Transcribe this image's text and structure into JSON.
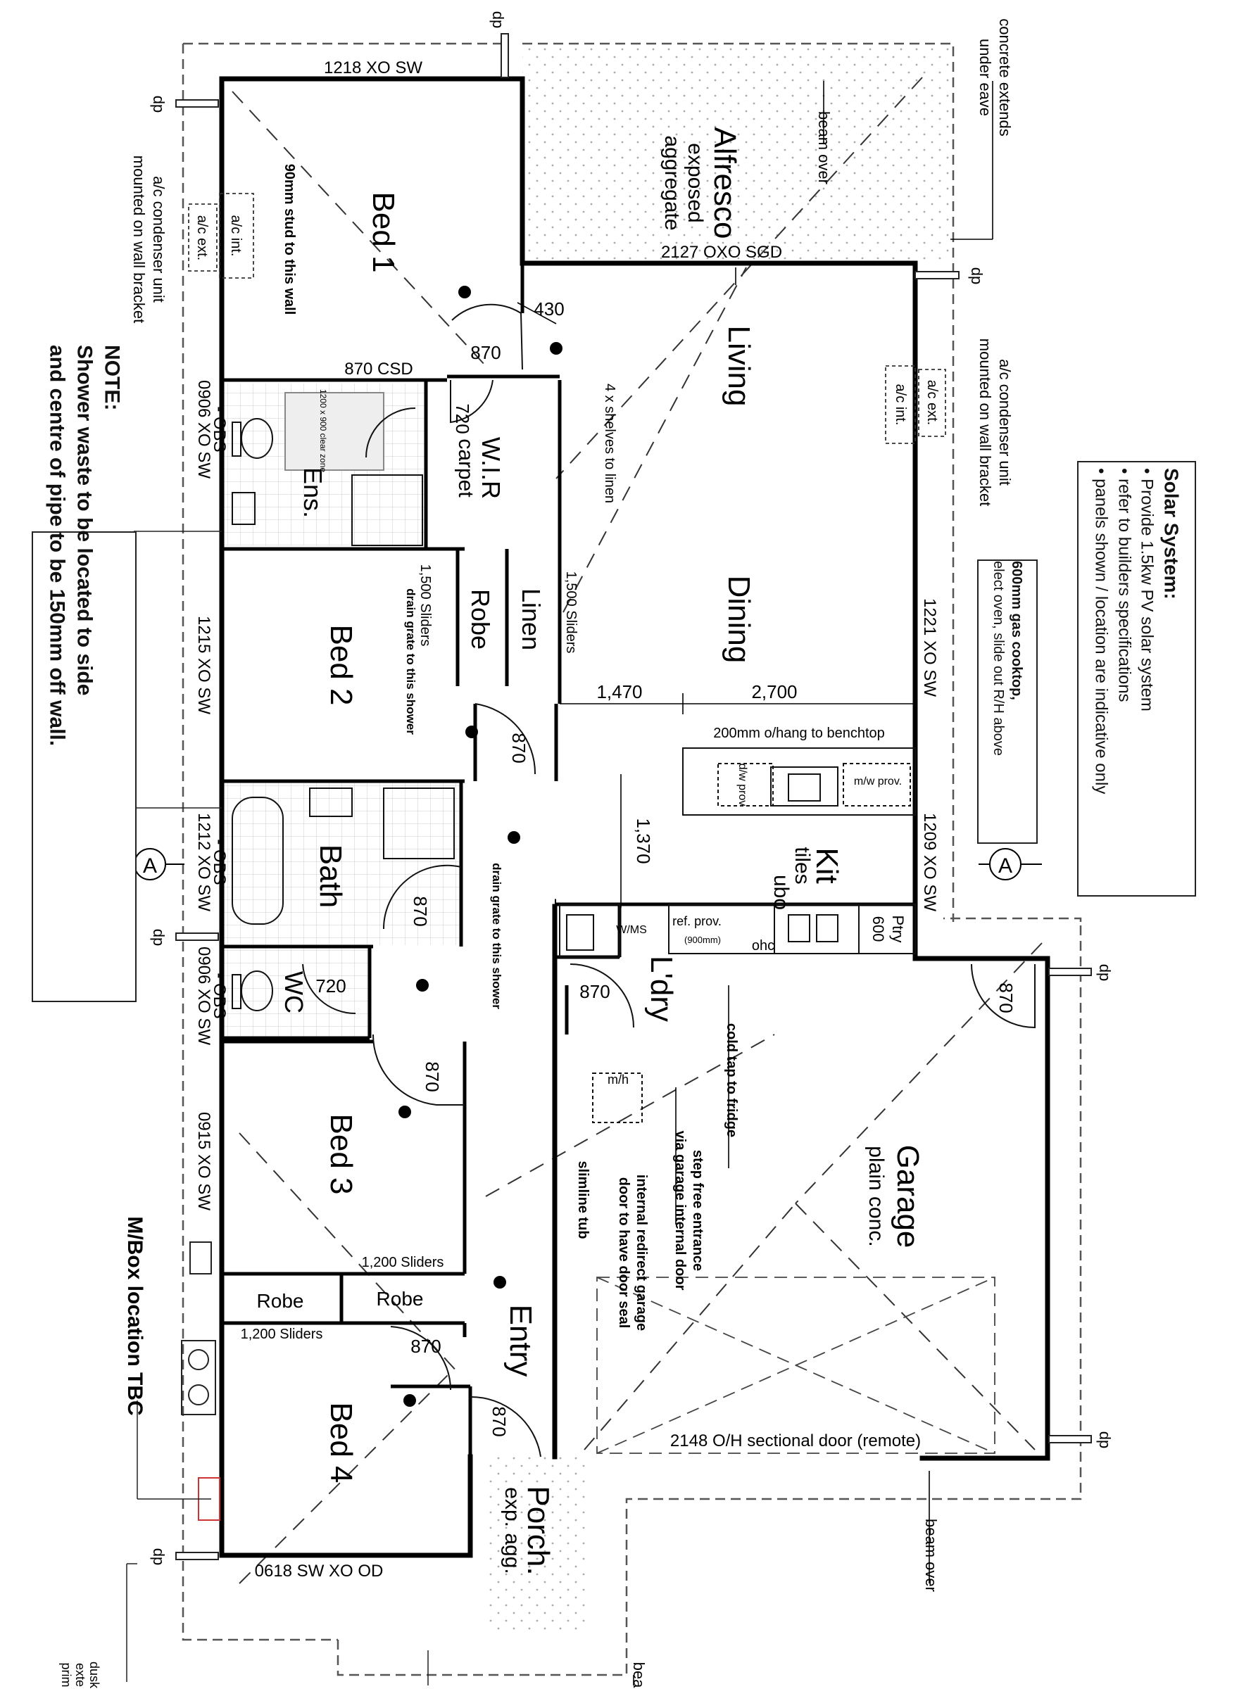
{
  "rooms": {
    "bed1": "Bed 1",
    "alfresco": "Alfresco",
    "alfresco_sub1": "exposed",
    "alfresco_sub2": "aggregate",
    "living": "Living",
    "dining": "Dining",
    "wir": "W.I.R",
    "wir_sub": "carpet",
    "ens": "Ens.",
    "bed2": "Bed 2",
    "robe": "Robe",
    "linen": "Linen",
    "bath": "Bath",
    "wc": "WC",
    "kit": "Kit",
    "kit_sub": "tiles",
    "ubo": "ubo",
    "ldry": "L'dry",
    "bed3": "Bed 3",
    "robe2": "Robe",
    "robe3": "Robe",
    "entry": "Entry",
    "bed4": "Bed 4",
    "porch": "Porch.",
    "porch_sub": "exp. agg.",
    "garage": "Garage",
    "garage_sub": "plain conc."
  },
  "labels": {
    "w_1218": "1218 XO SW",
    "w_2127": "2127 OXO SGD",
    "csd_870": "870 CSD",
    "w_0906a": "0906 XO SW",
    "obs": "- OBS",
    "w_1215": "1215 XO SW",
    "w_1212": "1212 XO SW",
    "w_0906b": "0906 XO SW",
    "w_0915": "0915 XO SW",
    "w_0618": "0618 SW XO OD",
    "w_1221": "1221 XO SW",
    "w_1209": "1209 XO SW",
    "door_2148": "2148 O/H sectional door (remote)",
    "d870_bed1": "870",
    "d720_wir": "720",
    "dim_430": "430",
    "d870_bed2": "870",
    "d870_bath": "870",
    "d720_wc": "720",
    "d870_bed3": "870",
    "d870_bed4": "870",
    "d870_entry": "870",
    "d870_ldry": "870",
    "d870_garage": "870",
    "dim_1470": "1,470",
    "dim_2700": "2,700",
    "dim_1370": "1,370",
    "sliders_1500a": "1,500 Sliders",
    "sliders_1500b": "1,500 Sliders",
    "sliders_1200a": "1,200 Sliders",
    "sliders_1200b": "1,200 Sliders",
    "shelves": "4 x shelves to linen",
    "stud": "90mm stud to this wall",
    "drain1": "drain grate to this shower",
    "drain2": "drain grate to this shower",
    "overhang": "200mm o/hang to benchtop",
    "dw_prov": "d/w prov",
    "mw_prov": "m/w prov.",
    "ref_prov": "ref. prov.",
    "ref_prov_sub": "(900mm)",
    "ohc": "ohc",
    "ptry": "Ptry",
    "ptry_600": "600",
    "wm": "W/MS",
    "mh": "m/h",
    "cold_tap": "cold tap to fridge",
    "step_free": "step free entrance",
    "via_garage": "via garage internal door",
    "internal_redirect": "internal redirect garage",
    "door_seal": "door to have door seal",
    "slimline": "slimline tub",
    "beam1": "beam over",
    "beam2": "beam over",
    "beam3": "bea",
    "concrete": "concrete extends",
    "under_eave": "under eave",
    "ac_cond_l1": "a/c condenser unit",
    "ac_cond_l2": "mounted on wall bracket",
    "ac_cond_r1": "a/c condenser unit",
    "ac_cond_r2": "mounted on wall bracket",
    "ac_int_l": "a/c int.",
    "ac_ext_l": "a/c ext.",
    "ac_int_r": "a/c int.",
    "ac_ext_r": "a/c ext.",
    "mbox": "M/Box location TBC",
    "dp": "dp",
    "section_a": "A",
    "dusk1": "dusk",
    "dusk2": "exte",
    "dusk3": "prim",
    "clear_zone": "1200 x 900 clear zone"
  },
  "note": {
    "title": "NOTE:",
    "line1": "Shower waste to be located to side",
    "line2": "and centre of pipe to be 150mm off wall."
  },
  "solar": {
    "title": "Solar System:",
    "item1": "• Provide 1.5kw PV solar system",
    "item2": "• refer to builders specifications",
    "item3": "• panels shown / location are indicative only"
  },
  "cooktop": {
    "line1": "600mm gas cooktop,",
    "line2": "elect oven, slide out R/H above"
  }
}
